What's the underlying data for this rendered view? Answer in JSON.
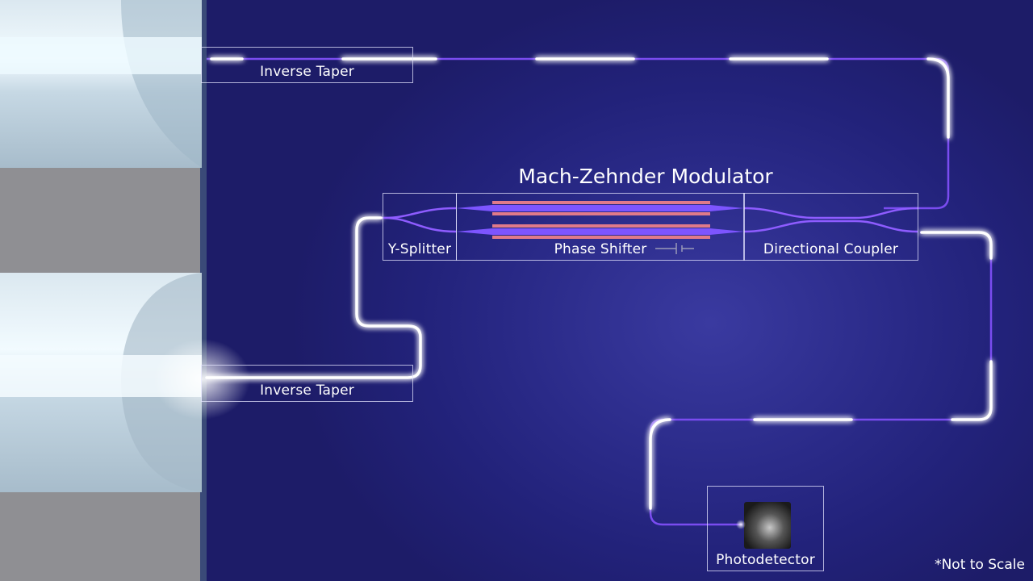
{
  "title": "Mach-Zehnder Modulator",
  "labels": {
    "inverse_taper_top": "Inverse Taper",
    "inverse_taper_bottom": "Inverse Taper",
    "y_splitter": "Y-Splitter",
    "phase_shifter": "Phase Shifter",
    "directional_coupler": "Directional Coupler",
    "photodetector": "Photodetector"
  },
  "note": "*Not to Scale",
  "colors": {
    "background": "#22227a",
    "waveguide": "#7a4cf0",
    "glow": "#ffffff",
    "electrode": "#e07a8a",
    "fiber": "#cfe3ee"
  },
  "icons": {
    "battery": "battery-icon"
  }
}
